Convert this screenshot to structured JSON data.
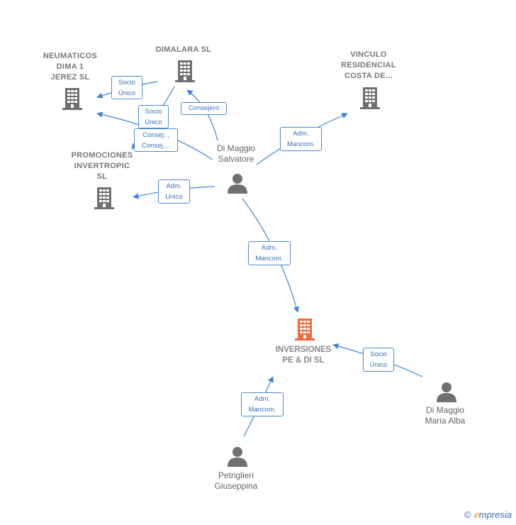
{
  "nodes": {
    "neumaticos": {
      "label": "NEUMATICOS\nDIMA 1\nJEREZ SL",
      "kind": "company"
    },
    "dimalara": {
      "label": "DIMALARA SL",
      "kind": "company"
    },
    "vinculo": {
      "label": "VINCULO\nRESIDENCIAL\nCOSTA DE...",
      "kind": "company"
    },
    "promociones": {
      "label": "PROMOCIONES\nINVERTROPIC\nSL",
      "kind": "company"
    },
    "inversiones": {
      "label": "INVERSIONES\nPE & DI  SL",
      "kind": "company-main"
    },
    "salvatore": {
      "label": "Di Maggio\nSalvatore",
      "kind": "person"
    },
    "alba": {
      "label": "Di Maggio\nMaria Alba",
      "kind": "person"
    },
    "petriglieri": {
      "label": "Petriglieri\nGiuseppina",
      "kind": "person"
    }
  },
  "edges": {
    "dimalara_to_neumaticos": "Socio\nÚnico",
    "salvatore_to_dimalara": "Consejero",
    "dimalara_to_promociones": "Socio\nÚnico",
    "salvatore_to_neumaticos": "Consej. ,\nConsej....",
    "salvatore_to_vinculo": "Adm.\nMancom.",
    "salvatore_to_promociones": "Adm.\nUnico",
    "salvatore_to_inversiones": "Adm.\nMancom.",
    "alba_to_inversiones": "Socio\nÚnico",
    "petriglieri_to_inversiones": "Adm.\nMancom."
  },
  "colors": {
    "company": "#707070",
    "company_main": "#f26a3a",
    "person": "#707070",
    "edge": "#3f84d6"
  },
  "brand": {
    "copyright": "©",
    "e": "ℯ",
    "rest": "mpresia"
  }
}
